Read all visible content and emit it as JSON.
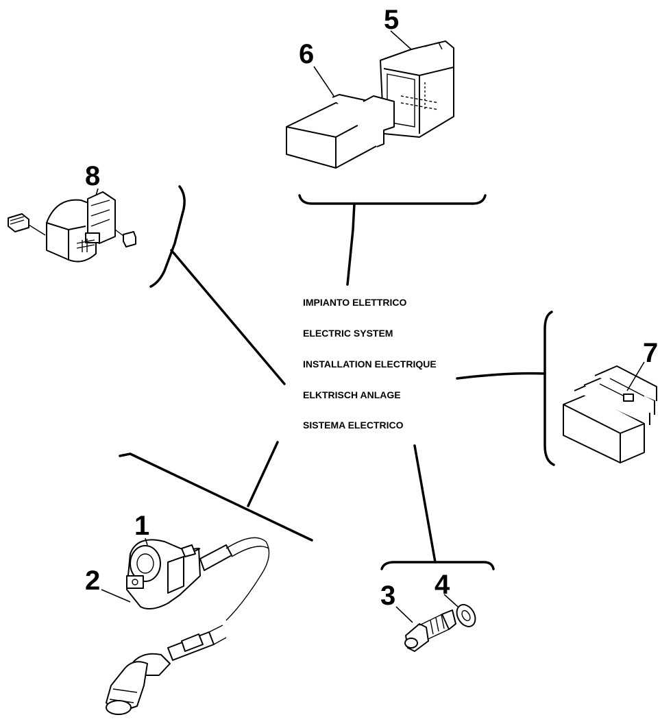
{
  "titles": {
    "it": "IMPIANTO ELETTRICO",
    "en": "ELECTRIC SYSTEM",
    "fr": "INSTALLATION ELECTRIQUE",
    "de": "ELKTRISCH ANLAGE",
    "es": "SISTEMA ELECTRICO"
  },
  "callouts": {
    "p1": "1",
    "p2": "2",
    "p3": "3",
    "p4": "4",
    "p5": "5",
    "p6": "6",
    "p7": "7",
    "p8": "8"
  }
}
